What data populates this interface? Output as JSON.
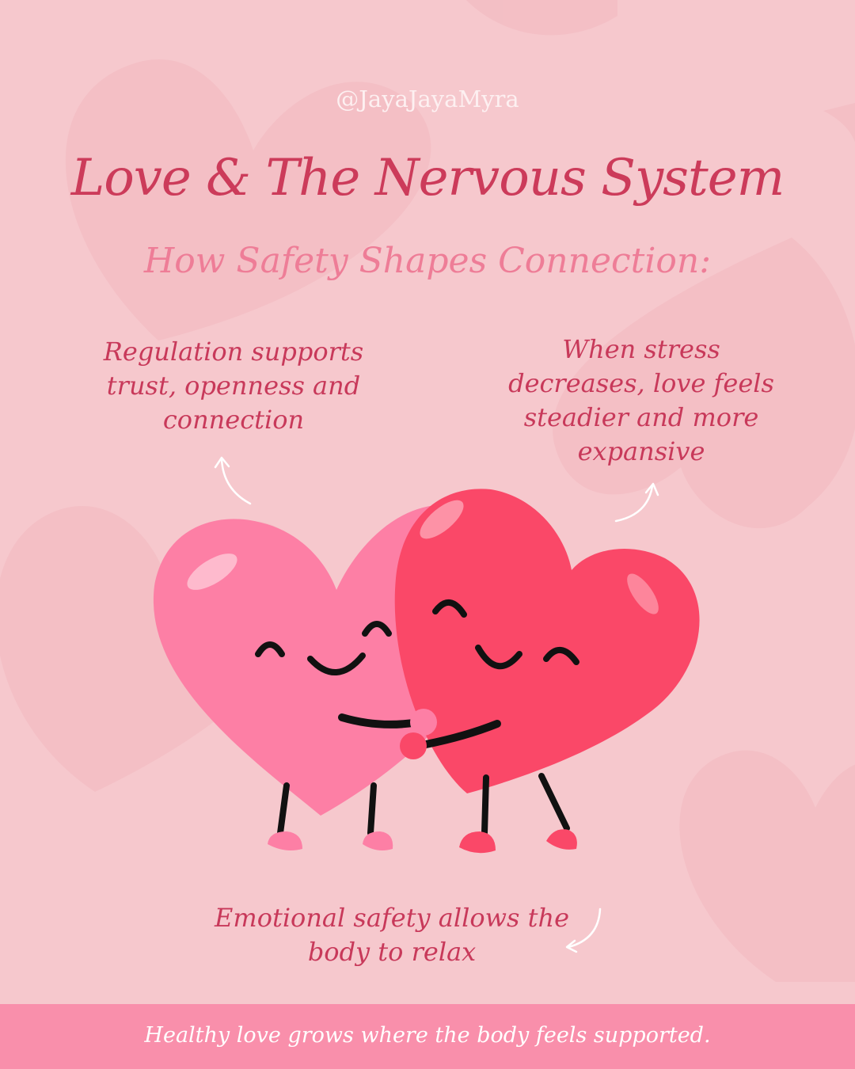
{
  "header": {
    "handle": "@JayaJayaMyra",
    "title": "Love & The Nervous System",
    "subtitle": "How Safety Shapes Connection:"
  },
  "notes": {
    "left": "Regulation supports trust, openness and connection",
    "right": "When stress decreases, love feels steadier and more expansive",
    "bottom": "Emotional safety allows the body to relax"
  },
  "footer": {
    "text": "Healthy love grows where the body feels supported."
  },
  "colors": {
    "background": "#f6c8cd",
    "title": "#cc3b5a",
    "subtitle": "#ee7d97",
    "note_text": "#c8395a",
    "footer_bar": "#f98fab",
    "pink_heart": "#fd7fa5",
    "red_heart": "#fa4868"
  },
  "icons": [
    "pink-heart-character",
    "red-heart-character",
    "curved-arrow-icon"
  ]
}
